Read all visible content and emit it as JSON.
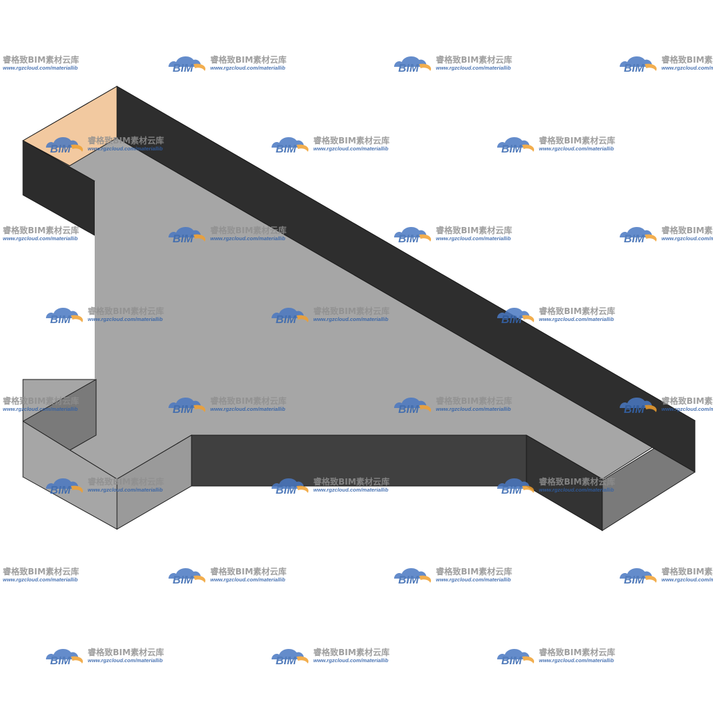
{
  "model": {
    "colors": {
      "top_face": "#a6a6a6",
      "back_wall": "#2e2e2e",
      "left_wall_front": "#2c2c2c",
      "left_wall_side": "#7a7a7a",
      "inner_wall": "#404040",
      "right_wall_side": "#333333",
      "cut_section": "#f2c9a0",
      "edge": "#1a1a1a"
    }
  },
  "watermark": {
    "logo_text": "BIM",
    "brand_text": "睿格致BIM素材云库",
    "url_text": "www.rgzcloud.com/materiallib",
    "colors": {
      "cloud_blue": "#4a78c2",
      "cloud_orange": "#f0a030",
      "text_gray": "#8f8f8f",
      "text_blue": "#2e5fa8"
    }
  }
}
